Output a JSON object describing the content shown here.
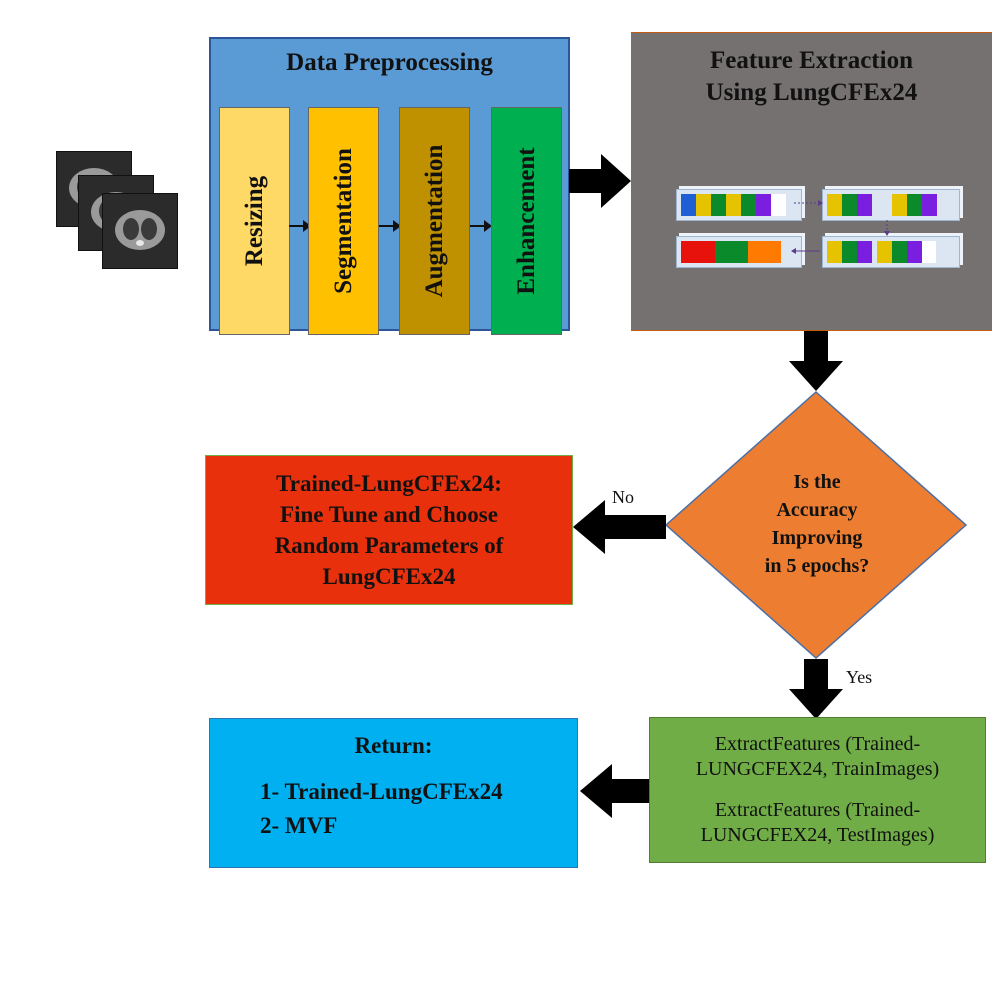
{
  "preprocessing": {
    "title": "Data Preprocessing",
    "steps": [
      "Resizing",
      "Segmentation",
      "Augmentation",
      "Enhancement"
    ]
  },
  "feature_extraction": {
    "title_line1": "Feature Extraction",
    "title_line2": "Using LungCFEx24"
  },
  "decision": {
    "line1": "Is the",
    "line2": "Accuracy",
    "line3": "Improving",
    "line4": "in 5 epochs?",
    "no_label": "No",
    "yes_label": "Yes"
  },
  "trained": {
    "line1": "Trained-LungCFEx24:",
    "line2": "Fine Tune and Choose",
    "line3": "Random Parameters of",
    "line4": "LungCFEx24"
  },
  "extract": {
    "line1": "ExtractFeatures (Trained-",
    "line2": "LUNGCFEX24, TrainImages)",
    "line3": "ExtractFeatures (Trained-",
    "line4": "LUNGCFEX24, TestImages)"
  },
  "return_box": {
    "title": "Return:",
    "item1": "1-  Trained-LungCFEx24",
    "item2": "2-  MVF"
  },
  "colors": {
    "preprocessing_bg": "#5b9bd5",
    "resizing": "#ffd966",
    "segmentation": "#ffc000",
    "augmentation": "#bf9000",
    "enhancement": "#00b050",
    "feature_bg": "#767171",
    "decision": "#ed7d31",
    "trained": "#e8310c",
    "extract": "#70ad47",
    "return": "#00b0f0"
  }
}
